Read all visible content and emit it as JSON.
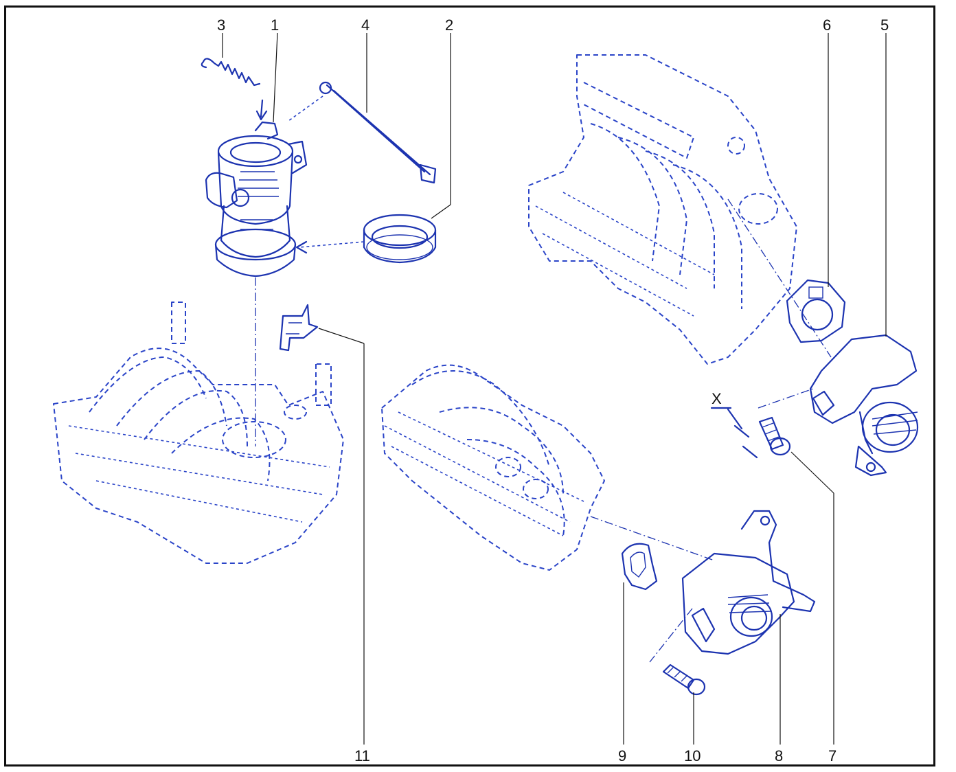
{
  "diagram": {
    "colors": {
      "ink": "#1c33b0",
      "frame": "#111111",
      "background": "#ffffff"
    },
    "dimension_label": "X",
    "callouts": [
      "1",
      "2",
      "3",
      "4",
      "5",
      "6",
      "7",
      "8",
      "9",
      "10",
      "11"
    ]
  }
}
